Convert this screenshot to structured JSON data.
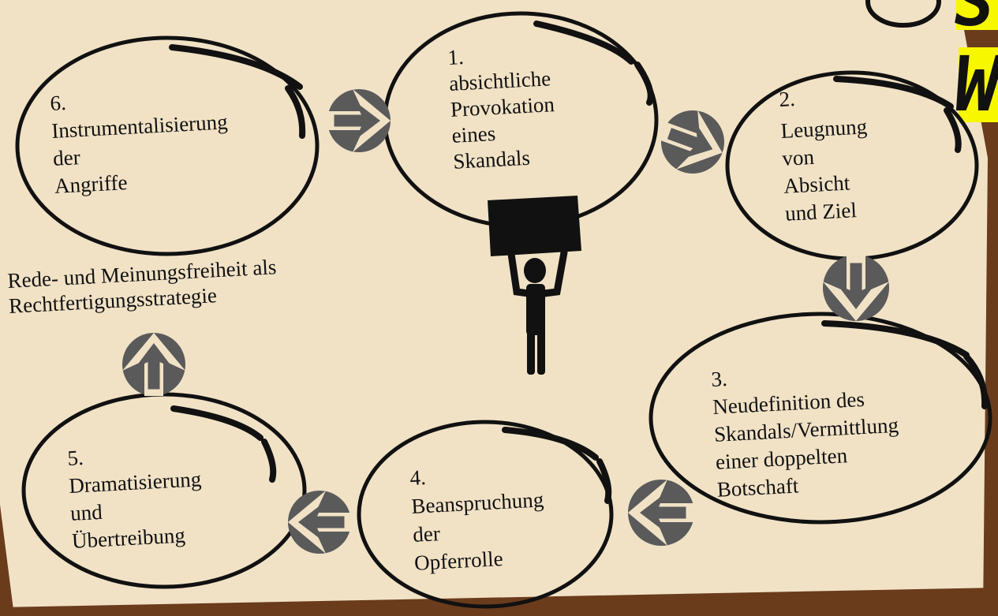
{
  "colors": {
    "paper": "#f1e2c6",
    "frame": "#6a3c1c",
    "ink": "#111111",
    "arrow": "#5a5a5a",
    "highlight": "#f7f700"
  },
  "steps": [
    {
      "number": "1.",
      "lines": [
        "absichtliche",
        "Provokation",
        "eines",
        "Skandals"
      ]
    },
    {
      "number": "2.",
      "lines": [
        "Leugnung",
        "von",
        "Absicht",
        "und Ziel"
      ]
    },
    {
      "number": "3.",
      "lines": [
        "Neudefinition des",
        "Skandals/Vermittlung",
        "einer doppelten",
        "Botschaft"
      ]
    },
    {
      "number": "4.",
      "lines": [
        "Beanspruchung",
        "der",
        "Opferrolle"
      ]
    },
    {
      "number": "5.",
      "lines": [
        "Dramatisierung",
        "und",
        "Übertreibung"
      ]
    },
    {
      "number": "6.",
      "lines": [
        "Instrumentalisierung",
        "der",
        "Angriffe"
      ]
    }
  ],
  "caption": {
    "lines": [
      "Rede- und Meinungsfreiheit als",
      "Rechtfertigungsstrategie"
    ]
  },
  "corner_banner": {
    "lines": [
      "S",
      "W"
    ]
  },
  "icons": [
    "protest-figure-icon",
    "arrow-right-icon",
    "arrow-down-icon",
    "arrow-left-icon",
    "arrow-up-icon"
  ]
}
